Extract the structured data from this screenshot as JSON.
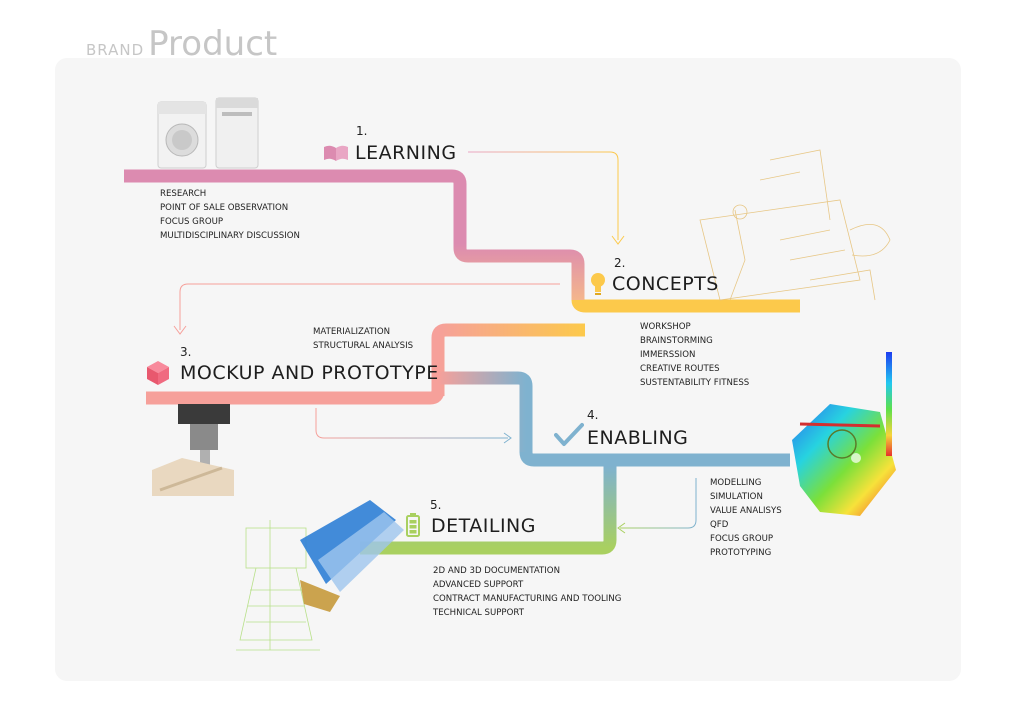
{
  "header": {
    "brand": "BRAND",
    "product": "Product"
  },
  "colors": {
    "learning": "#dc8bb0",
    "concepts": "#fcc94b",
    "mockup": "#f6a09a",
    "enabling": "#7fb2cf",
    "detailing": "#a9d060"
  },
  "stages": [
    {
      "number": "1.",
      "title": "LEARNING",
      "icon": "open-book-icon",
      "items": [
        "RESEARCH",
        "POINT OF SALE OBSERVATION",
        "FOCUS GROUP",
        "MULTIDISCIPLINARY DISCUSSION"
      ]
    },
    {
      "number": "2.",
      "title": "CONCEPTS",
      "icon": "lightbulb-icon",
      "items": [
        "WORKSHOP",
        "BRAINSTORMING",
        "IMMERSSION",
        "CREATIVE ROUTES",
        "SUSTENTABILITY FITNESS"
      ]
    },
    {
      "number": "3.",
      "title": "MOCKUP AND PROTOTYPE",
      "icon": "cube-icon",
      "items": [
        "MATERIALIZATION",
        "STRUCTURAL ANALYSIS"
      ]
    },
    {
      "number": "4.",
      "title": "ENABLING",
      "icon": "checkmark-icon",
      "items": [
        "MODELLING",
        "SIMULATION",
        "VALUE ANALISYS",
        "QFD",
        "FOCUS GROUP",
        "PROTOTYPING"
      ]
    },
    {
      "number": "5.",
      "title": "DETAILING",
      "icon": "battery-icon",
      "items": [
        "2D AND 3D DOCUMENTATION",
        "ADVANCED SUPPORT",
        "CONTRACT MANUFACTURING AND TOOLING",
        "TECHNICAL SUPPORT"
      ]
    }
  ]
}
